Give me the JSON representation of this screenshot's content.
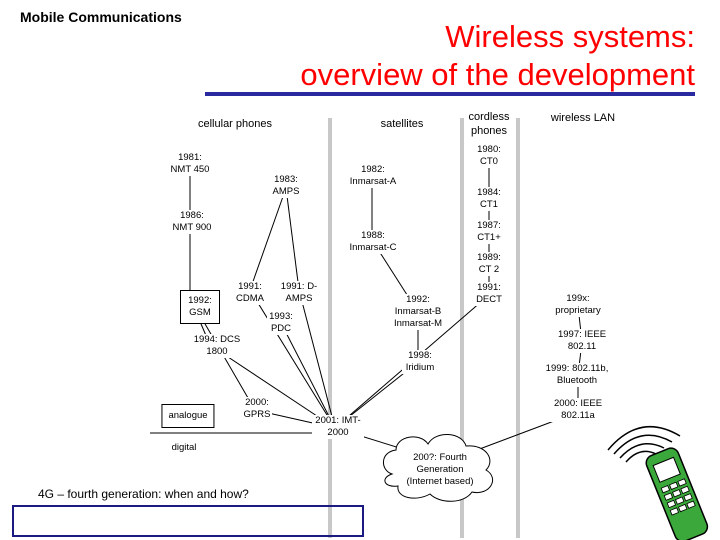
{
  "header": {
    "course": "Mobile Communications"
  },
  "title": {
    "line1": "Wireless systems:",
    "line2": "overview of the development"
  },
  "columns": {
    "cellular": "cellular phones",
    "satellites": "satellites",
    "cordless": "cordless phones",
    "wlan": "wireless LAN"
  },
  "nodes": {
    "nmt450": "1981: NMT 450",
    "amps": "1983: AMPS",
    "nmt900": "1986: NMT 900",
    "gsm": "1992: GSM",
    "cdma": "1991: CDMA",
    "damps": "1991: D-AMPS",
    "pdc": "1993: PDC",
    "dcs1800": "1994: DCS 1800",
    "gprs": "2000: GPRS",
    "imt2000": "2001: IMT-2000",
    "inmarsat_a": "1982: Inmarsat-A",
    "inmarsat_c": "1988: Inmarsat-C",
    "inmarsat_bm": "1992: Inmarsat-B Inmarsat-M",
    "iridium": "1998: Iridium",
    "ct0": "1980: CT0",
    "ct1": "1984: CT1",
    "ct1plus": "1987: CT1+",
    "ct2": "1989: CT 2",
    "dect": "1991: DECT",
    "wlan_199x": "199x: proprietary",
    "ieee80211": "1997: IEEE 802.11",
    "ieee80211b": "1999: 802.11b, Bluetooth",
    "ieee80211a": "2000: IEEE 802.11a",
    "fourthgen": "200?: Fourth Generation (Internet based)"
  },
  "legend": {
    "analogue": "analogue",
    "digital": "digital"
  },
  "footer": {
    "question": "4G – fourth generation: when and how?"
  },
  "colors": {
    "title": "#ff0000",
    "accent": "#2a2aa0",
    "separator": "#c8c8c8"
  },
  "icons": [
    "phone-icon",
    "cloud-icon"
  ]
}
